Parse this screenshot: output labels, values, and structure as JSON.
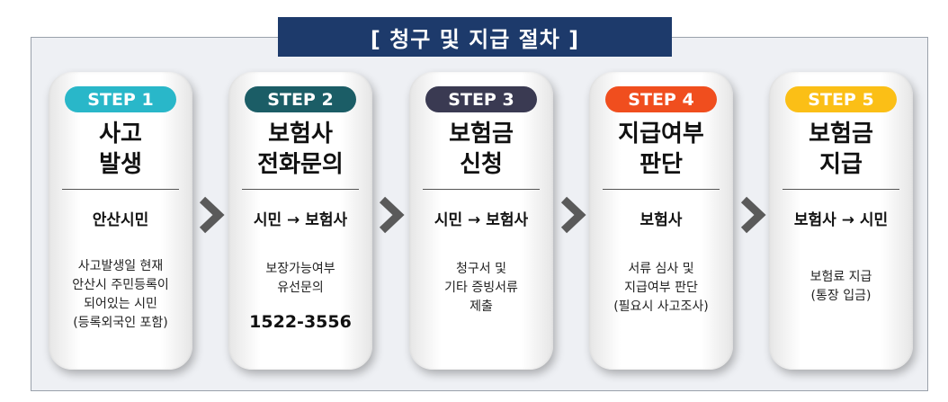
{
  "title": "[ 청구 및 지급 절차 ]",
  "colors": {
    "title_bg": "#1d3a6b",
    "step1": "#29b7c9",
    "step2": "#1b5d66",
    "step3": "#3a3a52",
    "step4": "#f04e1e",
    "step5": "#fbbf16",
    "chevron": "#5a5a5a"
  },
  "steps": [
    {
      "badge": "STEP 1",
      "title_lines": [
        "사고",
        "발생"
      ],
      "actor": "안산시민",
      "desc_lines": [
        "사고발생일 현재",
        "안산시 주민등록이",
        "되어있는 시민",
        "(등록외국인 포함)"
      ],
      "phone": ""
    },
    {
      "badge": "STEP 2",
      "title_lines": [
        "보험사",
        "전화문의"
      ],
      "actor": "시민 → 보험사",
      "desc_lines": [
        "보장가능여부",
        "유선문의"
      ],
      "phone": "1522-3556"
    },
    {
      "badge": "STEP 3",
      "title_lines": [
        "보험금",
        "신청"
      ],
      "actor": "시민 → 보험사",
      "desc_lines": [
        "청구서 및",
        "기타 증빙서류",
        "제출"
      ],
      "phone": ""
    },
    {
      "badge": "STEP 4",
      "title_lines": [
        "지급여부",
        "판단"
      ],
      "actor": "보험사",
      "desc_lines": [
        "서류 심사 및",
        "지급여부 판단",
        "(필요시 사고조사)"
      ],
      "phone": ""
    },
    {
      "badge": "STEP 5",
      "title_lines": [
        "보험금",
        "지급"
      ],
      "actor": "보험사 → 시민",
      "desc_lines": [
        "보험료 지급",
        "(통장 입금)"
      ],
      "phone": ""
    }
  ]
}
